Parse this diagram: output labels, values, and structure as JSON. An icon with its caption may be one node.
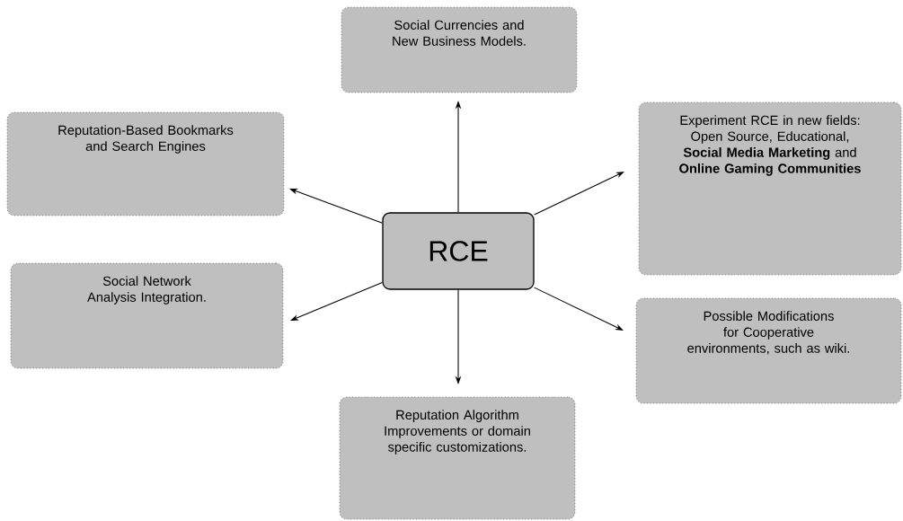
{
  "diagram": {
    "nodes": [
      {
        "text": [
          "RCE"
        ]
      },
      {
        "text": [
          "Social Currencies and New Business Models."
        ]
      },
      {
        "text": [
          "Reputation-Based Bookmarks and Search Engines"
        ]
      },
      {
        "text": [
          "Experiment RCE in new fields: Open Source, Educational, **Social Media Marketing** and **Online Gaming Communities**"
        ]
      },
      {
        "text": [
          "Social Network Analysis Integration."
        ]
      },
      {
        "text": [
          "Possible Modifications for Cooperative environments, such as wiki."
        ]
      },
      {
        "text": [
          "Reputation Algorithm Improvements or domain specific customizations."
        ]
      }
    ],
    "edges": [
      {
        "from": 0,
        "to": 1,
        "arrow": "to"
      },
      {
        "from": 0,
        "to": 2,
        "arrow": "to"
      },
      {
        "from": 0,
        "to": 3,
        "arrow": "to"
      },
      {
        "from": 0,
        "to": 4,
        "arrow": "to"
      },
      {
        "from": 0,
        "to": 5,
        "arrow": "to"
      },
      {
        "from": 0,
        "to": 6,
        "arrow": "to"
      }
    ]
  }
}
